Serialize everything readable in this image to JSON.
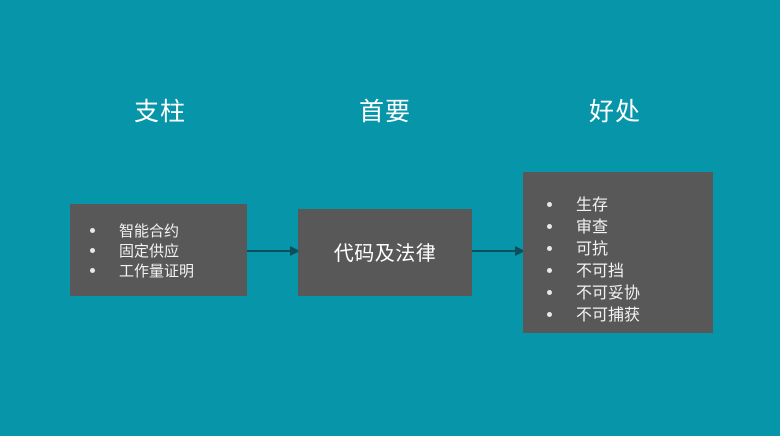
{
  "slide": {
    "background_color": "#0795aa",
    "box_color": "#585858",
    "text_color": "#ffffff",
    "arrow_color": "#0b4f5c"
  },
  "headings": [
    {
      "id": "pillars",
      "label": "支柱"
    },
    {
      "id": "primary",
      "label": "首要"
    },
    {
      "id": "benefits",
      "label": "好处"
    }
  ],
  "boxes": {
    "pillars": {
      "items": [
        {
          "label": "智能合约"
        },
        {
          "label": "固定供应"
        },
        {
          "label": "工作量证明"
        }
      ]
    },
    "primary": {
      "label": "代码及法律"
    },
    "benefits": {
      "items": [
        {
          "label": "生存"
        },
        {
          "label": "审查"
        },
        {
          "label": "可抗"
        },
        {
          "label": "不可挡"
        },
        {
          "label": "不可妥协"
        },
        {
          "label": "不可捕获"
        }
      ]
    }
  },
  "arrows": [
    {
      "id": "pillars-to-primary",
      "direction": "right"
    },
    {
      "id": "primary-to-benefits",
      "direction": "right"
    }
  ]
}
